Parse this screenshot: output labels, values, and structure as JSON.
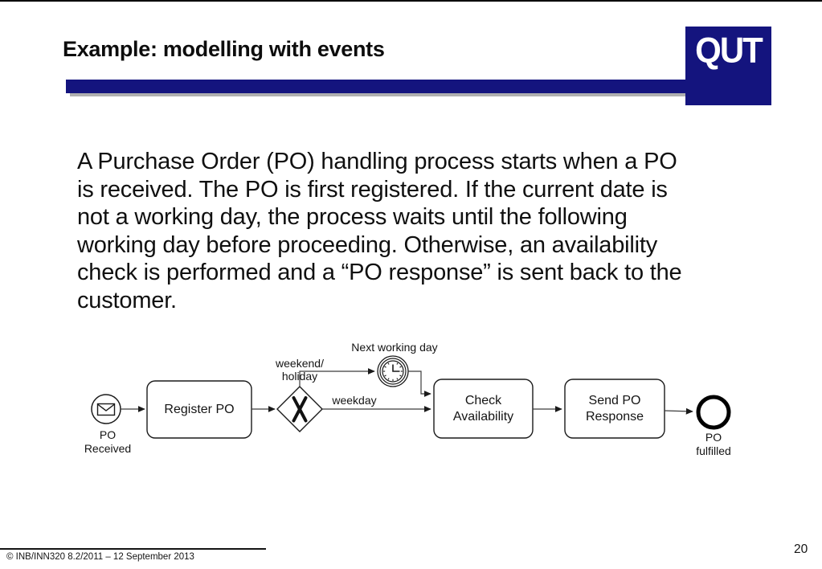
{
  "slide": {
    "title": "Example: modelling with events",
    "logo_text": "QUT",
    "body_lines": [
      "A Purchase Order (PO) handling process starts when a PO",
      "is received. The PO is first registered. If the current date is",
      "not a working day, the process waits until the following",
      "working day before proceeding. Otherwise, an availability",
      "check is performed and a “PO response” is sent back to the",
      "customer."
    ],
    "footer": "© INB/INN320 8.2/2011 – 12 September 2013",
    "page_number": "20"
  },
  "colors": {
    "brand_navy": "#14147E",
    "bar_shadow": "#B0B0B0",
    "diagram_stroke": "#1A1A1A"
  },
  "diagram": {
    "type": "bpmn-process-flowchart",
    "start_event": {
      "kind": "message-start-event",
      "label": "PO\nReceived"
    },
    "register_task": {
      "label": "Register PO"
    },
    "gateway": {
      "kind": "xor-exclusive-gateway"
    },
    "branch_weekend": {
      "label": "weekend/\nholiday"
    },
    "branch_weekday": {
      "label": "weekday"
    },
    "timer_event": {
      "kind": "intermediate-timer-event",
      "label": "Next working day"
    },
    "check_task": {
      "label": "Check\nAvailability"
    },
    "send_task": {
      "label": "Send PO\nResponse"
    },
    "end_event": {
      "kind": "end-event",
      "label": "PO\nfulfilled"
    }
  }
}
